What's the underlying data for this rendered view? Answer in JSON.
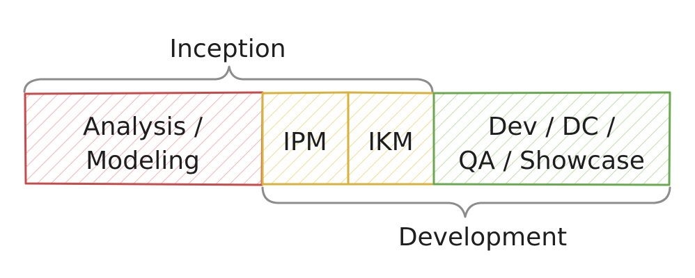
{
  "diagram": {
    "top_group_label": "Inception",
    "bottom_group_label": "Development",
    "phases": [
      {
        "line1": "Analysis /",
        "line2": "Modeling",
        "color": "#c94a4a",
        "fill": "#f3b5b5"
      },
      {
        "line1": "IPM",
        "color": "#d9b13b",
        "fill": "#f2dc8f"
      },
      {
        "line1": "IKM",
        "color": "#d9b13b",
        "fill": "#f2dc8f"
      },
      {
        "line1": "Dev / DC /",
        "line2": "QA / Showcase",
        "color": "#6aaa4f",
        "fill": "#bfe0ac"
      }
    ],
    "brace_color": "#8c8c8c",
    "text_color": "#1e1e1e"
  }
}
